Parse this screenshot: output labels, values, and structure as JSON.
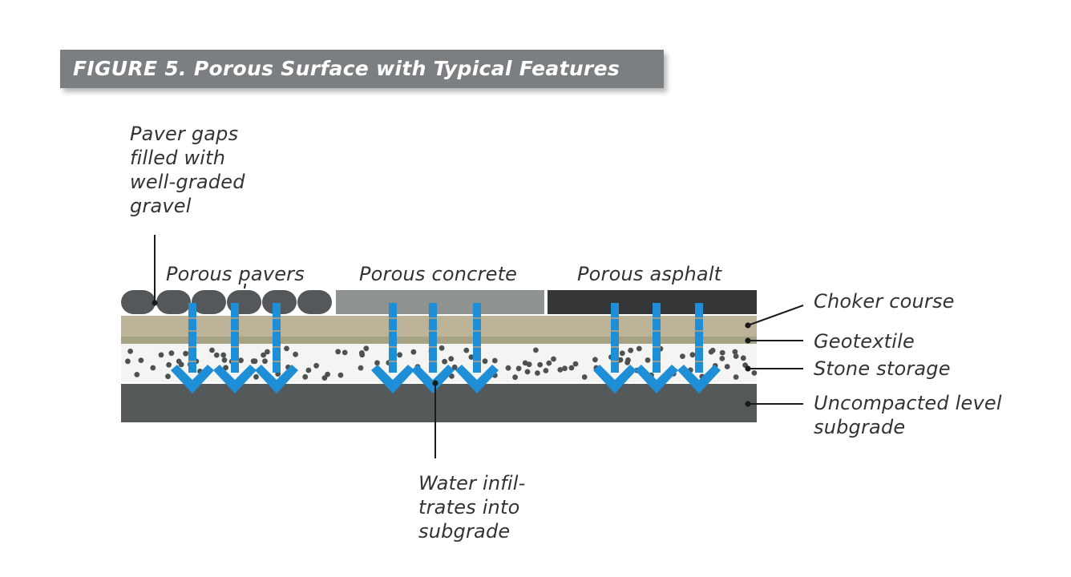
{
  "figure": {
    "title": "FIGURE 5.  Porous Surface with Typical Features"
  },
  "surfaces": [
    {
      "key": "pavers",
      "label": "Porous pavers"
    },
    {
      "key": "concrete",
      "label": "Porous concrete"
    },
    {
      "key": "asphalt",
      "label": "Porous asphalt"
    }
  ],
  "callouts": {
    "paver_gaps": "Paver gaps\nfilled with\nwell-graded\ngravel",
    "water": "Water infil-\ntrates into\nsubgrade"
  },
  "layers": [
    {
      "key": "choker",
      "label": "Choker course",
      "color": "#bdb398"
    },
    {
      "key": "geotextile",
      "label": "Geotextile",
      "color": "#a6a385"
    },
    {
      "key": "stone",
      "label": "Stone storage",
      "color": "#f4f5f3"
    },
    {
      "key": "subgrade",
      "label": "Uncompacted level\nsubgrade",
      "color": "#56595a"
    }
  ],
  "colors": {
    "title_bar": "#7b7f81",
    "paver": "#55585a",
    "concrete": "#8e9290",
    "asphalt": "#343637",
    "stone_dot": "#4e5152",
    "water_arrow": "#1e8fd6",
    "leader": "#1a1a1a"
  },
  "arrow_groups": [
    {
      "surface": "pavers",
      "count": 3
    },
    {
      "surface": "concrete",
      "count": 3
    },
    {
      "surface": "asphalt",
      "count": 3
    }
  ]
}
